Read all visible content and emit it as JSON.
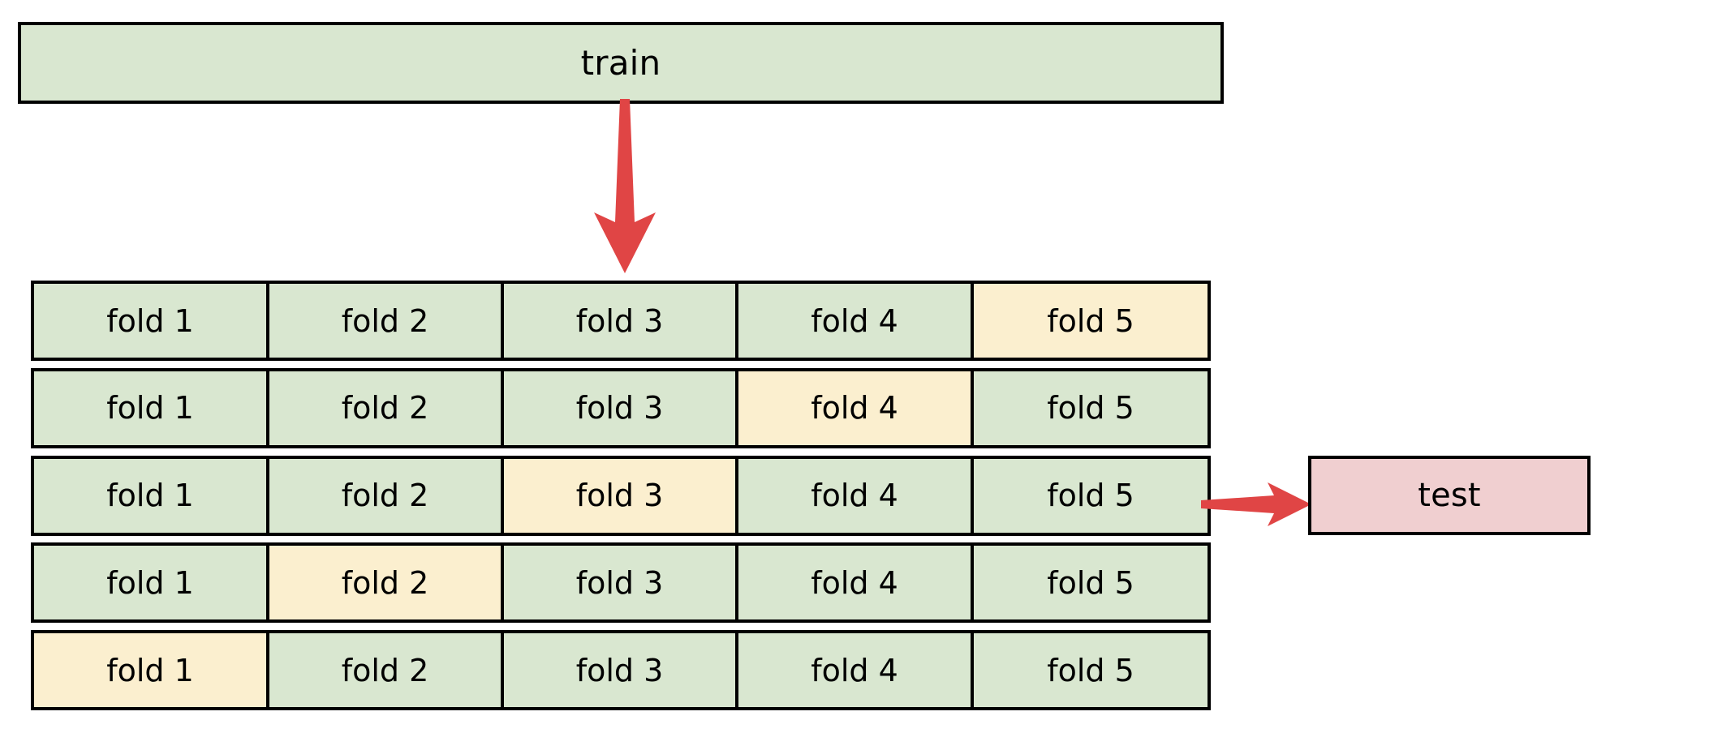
{
  "diagram": {
    "title_top": "train",
    "title_test": "test",
    "colors": {
      "train_fill": "#d9e7d0",
      "fold_fill": "#d9e7d0",
      "fold_highlight_fill": "#fbefcf",
      "test_fill": "#f0cfd0",
      "arrow": "#e04545",
      "border": "#000000"
    },
    "arrows": [
      {
        "name": "train-to-folds",
        "direction": "down"
      },
      {
        "name": "folds-to-test",
        "direction": "right"
      }
    ]
  },
  "top_bar": {
    "label": "train"
  },
  "test_bar": {
    "label": "test"
  },
  "folds": {
    "column_labels": [
      "fold 1",
      "fold 2",
      "fold 3",
      "fold 4",
      "fold 5"
    ],
    "rows": [
      {
        "index": 1,
        "cells": [
          {
            "label": "fold 1",
            "highlighted": false
          },
          {
            "label": "fold 2",
            "highlighted": false
          },
          {
            "label": "fold 3",
            "highlighted": false
          },
          {
            "label": "fold 4",
            "highlighted": false
          },
          {
            "label": "fold 5",
            "highlighted": true
          }
        ]
      },
      {
        "index": 2,
        "cells": [
          {
            "label": "fold 1",
            "highlighted": false
          },
          {
            "label": "fold 2",
            "highlighted": false
          },
          {
            "label": "fold 3",
            "highlighted": false
          },
          {
            "label": "fold 4",
            "highlighted": true
          },
          {
            "label": "fold 5",
            "highlighted": false
          }
        ]
      },
      {
        "index": 3,
        "cells": [
          {
            "label": "fold 1",
            "highlighted": false
          },
          {
            "label": "fold 2",
            "highlighted": false
          },
          {
            "label": "fold 3",
            "highlighted": true
          },
          {
            "label": "fold 4",
            "highlighted": false
          },
          {
            "label": "fold 5",
            "highlighted": false
          }
        ]
      },
      {
        "index": 4,
        "cells": [
          {
            "label": "fold 1",
            "highlighted": false
          },
          {
            "label": "fold 2",
            "highlighted": true
          },
          {
            "label": "fold 3",
            "highlighted": false
          },
          {
            "label": "fold 4",
            "highlighted": false
          },
          {
            "label": "fold 5",
            "highlighted": false
          }
        ]
      },
      {
        "index": 5,
        "cells": [
          {
            "label": "fold 1",
            "highlighted": true
          },
          {
            "label": "fold 2",
            "highlighted": false
          },
          {
            "label": "fold 3",
            "highlighted": false
          },
          {
            "label": "fold 4",
            "highlighted": false
          },
          {
            "label": "fold 5",
            "highlighted": false
          }
        ]
      }
    ]
  }
}
